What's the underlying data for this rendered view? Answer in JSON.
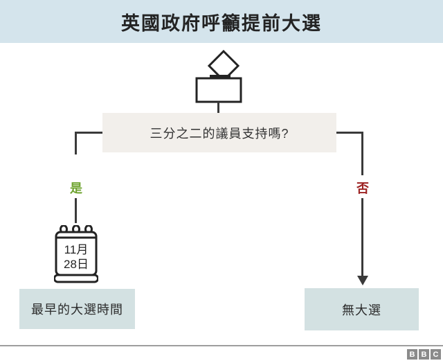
{
  "title": "英國政府呼籲提前大選",
  "flowchart": {
    "question": "三分之二的議員支持嗎?",
    "yes_label": "是",
    "no_label": "否",
    "calendar": {
      "month": "11月",
      "day": "28日"
    },
    "yes_outcome": "最早的大選時間",
    "no_outcome": "無大選"
  },
  "footer": {
    "logo_letters": [
      "B",
      "B",
      "C"
    ]
  },
  "colors": {
    "header_bg": "#d4e4ec",
    "question_bg": "#f2efeb",
    "outcome_bg": "#d3e1e2",
    "yes_green": "#6ea32f",
    "no_red": "#9c2121",
    "line": "#3a3a3a",
    "logo_gray": "#8b8b8b"
  }
}
